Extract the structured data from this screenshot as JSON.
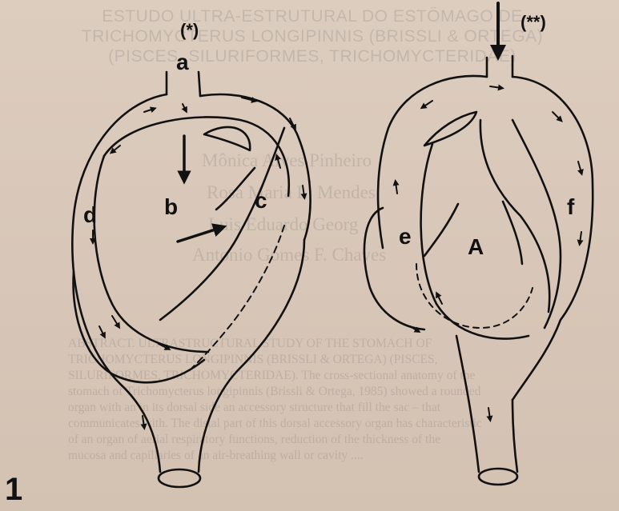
{
  "background_text": {
    "title_lines": [
      "ESTUDO ULTRA-ESTRUTURAL DO ESTÔMAGO DE",
      "TRICHOMYCTERUS LONGIPINNIS (BRISSLI & ORTEGA)",
      "(PISCES, SILURIFORMES, TRICHOMYCTERIDAE)"
    ],
    "authors": [
      "Mônica Alves Pinheiro",
      "Rosa Maria L. Mendes",
      "Luis Eduardo Georg",
      "Antonio Gomes F. Chaves"
    ],
    "abstract_lines": [
      "ABSTRACT. ULTRASTRUCTURAL STUDY OF THE STOMACH OF",
      "TRICHOMYCTERUS LONGIPINNIS (BRISSLI & ORTEGA) (PISCES,",
      "SILURIFORMES, TRICHOMYCTERIDAE). The cross-sectional anatomy of the",
      "stomach of Trichomycterus longipinnis (Brissli & Ortega, 1985) showed a rounded",
      "organ with an in its dorsal side an accessory structure that fill the sac – that",
      "communicates with. The distal part of this dorsal accessory organ has characteristic",
      "of an organ of aerial respiratory functions, reduction of the thickness of the",
      "mucosa and capillaries of an air-breathing wall or cavity ...."
    ]
  },
  "diagram": {
    "labels": {
      "a": "a",
      "b": "b",
      "c": "c",
      "d": "d",
      "e": "e",
      "f": "f",
      "A": "A",
      "left_marker": "(*)",
      "right_marker": "(**)"
    },
    "figure_number": "1"
  }
}
